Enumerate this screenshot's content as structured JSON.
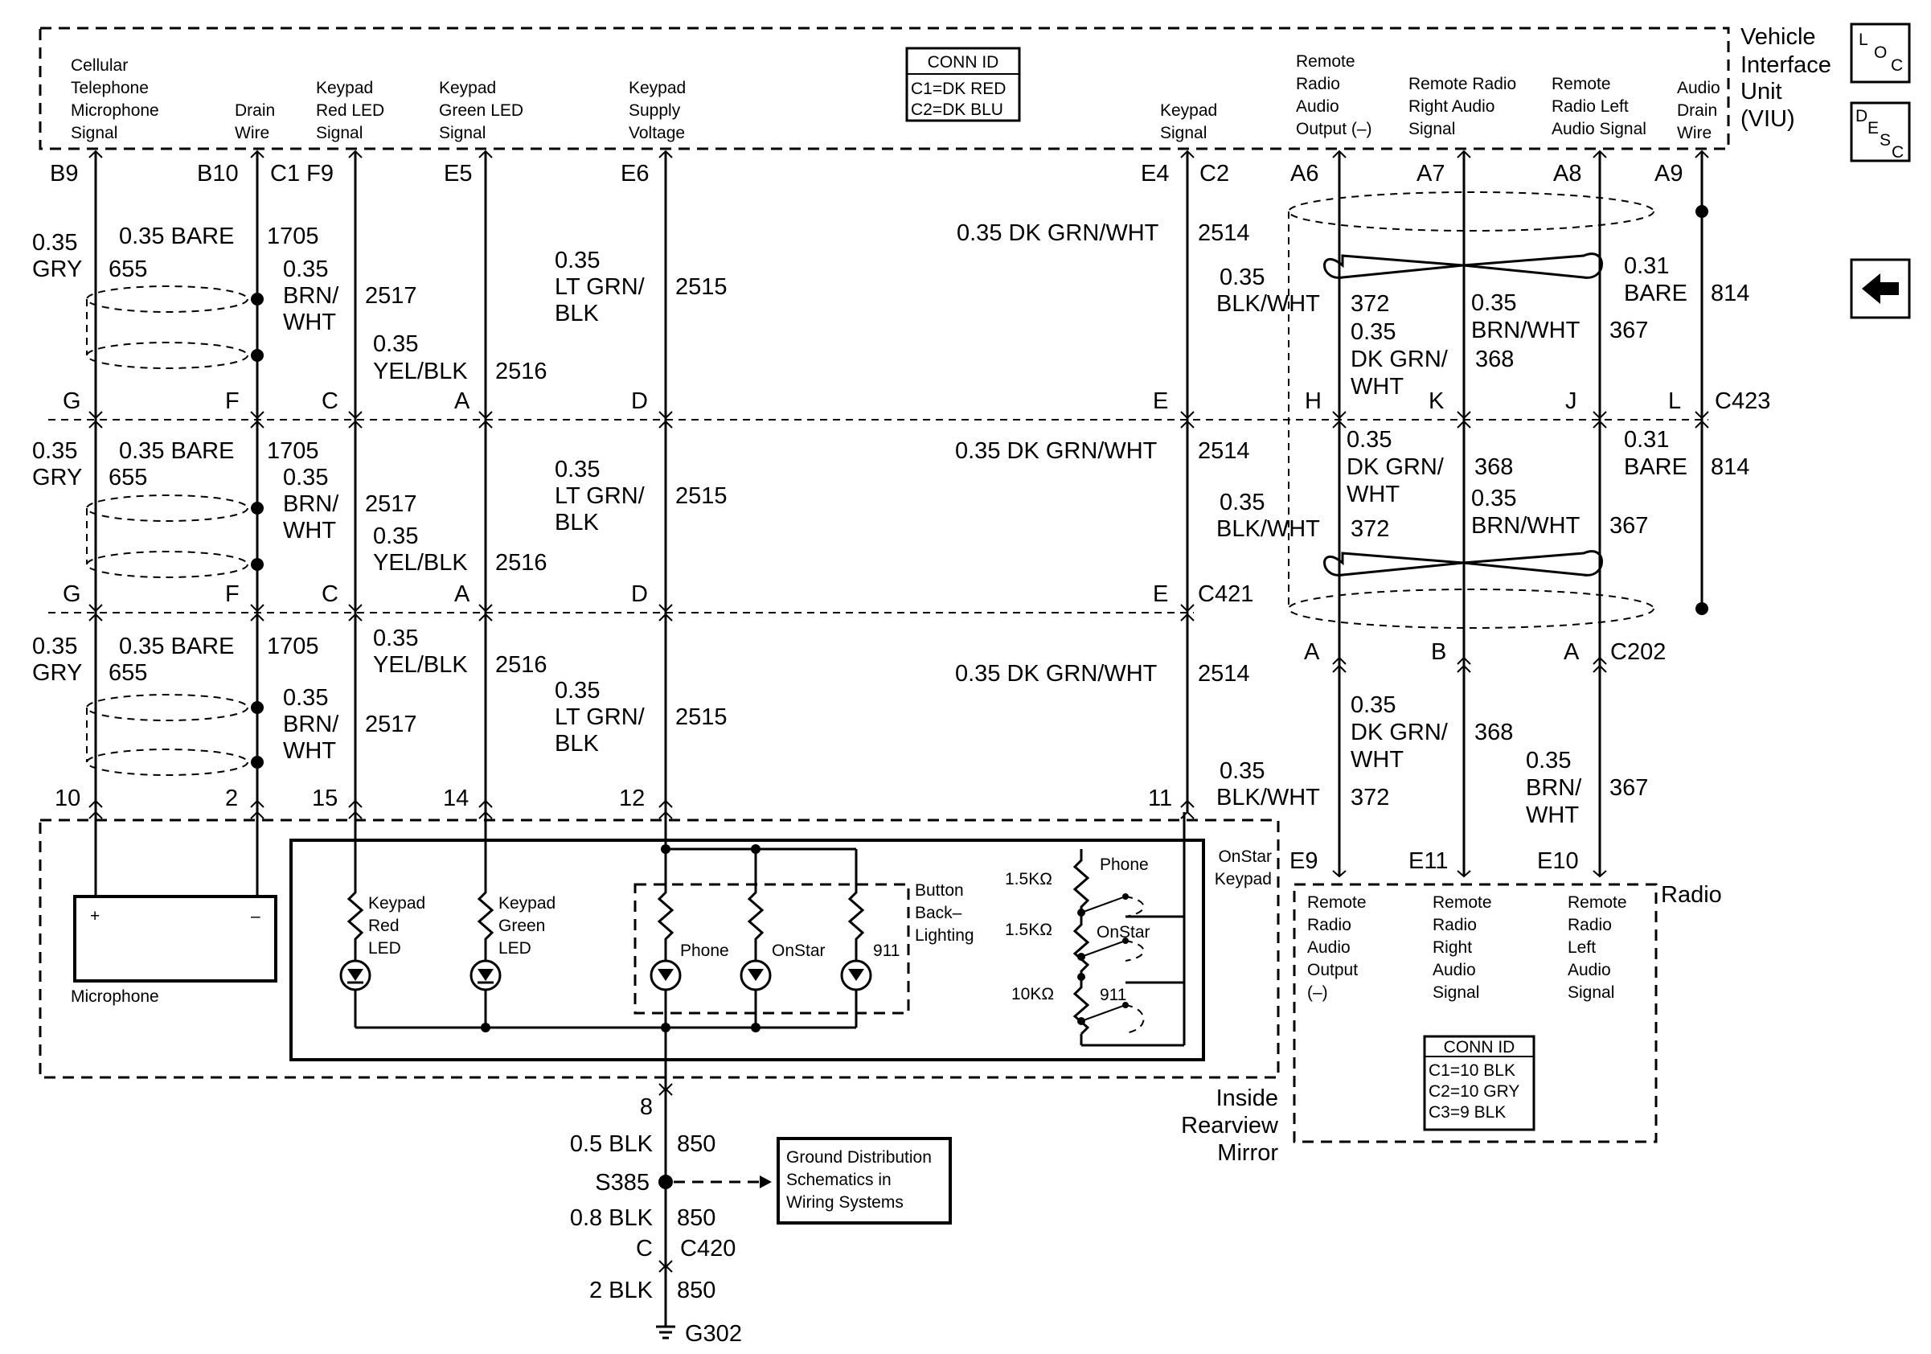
{
  "modules": {
    "viu": {
      "name": [
        "Vehicle",
        "Interface",
        "Unit",
        "(VIU)"
      ]
    },
    "mirror": {
      "name": [
        "Inside",
        "Rearview",
        "Mirror"
      ],
      "keypad": [
        "OnStar",
        "Keypad"
      ]
    },
    "radio": {
      "name": "Radio"
    }
  },
  "viu_pins": [
    {
      "label": [
        "Cellular",
        "Telephone",
        "Microphone",
        "Signal"
      ],
      "pin": "B9"
    },
    {
      "label": [
        "Drain",
        "Wire"
      ],
      "pin": "B10"
    },
    {
      "label": [
        "Keypad",
        "Red LED",
        "Signal"
      ],
      "pin": "C1 F9"
    },
    {
      "label": [
        "Keypad",
        "Green LED",
        "Signal"
      ],
      "pin": "E5"
    },
    {
      "label": [
        "Keypad",
        "Supply",
        "Voltage"
      ],
      "pin": "E6"
    },
    {
      "label": [
        "Keypad",
        "Signal"
      ],
      "pin": "E4"
    },
    {
      "pin": "C2"
    },
    {
      "label": [
        "Remote",
        "Radio",
        "Audio",
        "Output (–)"
      ],
      "pin": "A6"
    },
    {
      "label": [
        "Remote Radio",
        "Right Audio",
        "Signal"
      ],
      "pin": "A7"
    },
    {
      "label": [
        "Remote",
        "Radio Left",
        "Audio Signal"
      ],
      "pin": "A8"
    },
    {
      "label": [
        "Audio",
        "Drain",
        "Wire"
      ],
      "pin": "A9"
    }
  ],
  "viu_conn_id": {
    "title": "CONN ID",
    "rows": [
      "C1=DK RED",
      "C2=DK BLU"
    ]
  },
  "tabs": {
    "loc": [
      "L",
      "O",
      "C"
    ],
    "desc": [
      "D",
      "E",
      "S",
      "C"
    ],
    "back": "back-arrow-icon"
  },
  "wires": {
    "s1": {
      "gry": [
        "0.35",
        "GRY",
        "655"
      ],
      "bare": "0.35 BARE",
      "c1705": "1705",
      "brn": [
        "0.35",
        "BRN/",
        "WHT"
      ],
      "c2517": "2517",
      "yel": [
        "0.35",
        "YEL/BLK"
      ],
      "c2516": "2516",
      "ltgrn": [
        "0.35",
        "LT GRN/",
        "BLK"
      ],
      "c2515": "2515",
      "dkgrn": "0.35 DK GRN/WHT",
      "c2514": "2514",
      "blk": [
        "0.35",
        "BLK/WHT"
      ],
      "c372": "372",
      "dkgrn2": [
        "0.35",
        "DK GRN/",
        "WHT"
      ],
      "brn2": [
        "0.35",
        "BRN/WHT"
      ],
      "c368": "368",
      "c367": "367",
      "bare2": [
        "0.31",
        "BARE"
      ],
      "c814": "814"
    },
    "c423": {
      "pins": [
        "G",
        "F",
        "C",
        "A",
        "D",
        "E",
        "H",
        "K",
        "J",
        "L"
      ],
      "name": "C423"
    },
    "s2": {
      "gry": [
        "0.35",
        "GRY",
        "655"
      ],
      "bare": "0.35 BARE",
      "c1705": "1705",
      "brn": [
        "0.35",
        "BRN/",
        "WHT"
      ],
      "c2517": "2517",
      "yel": [
        "0.35",
        "YEL/BLK"
      ],
      "c2516": "2516",
      "ltgrn": [
        "0.35",
        "LT GRN/",
        "BLK"
      ],
      "c2515": "2515",
      "dkgrn": "0.35 DK GRN/WHT",
      "c2514": "2514",
      "dkgrn2": [
        "0.35",
        "DK GRN/",
        "WHT"
      ],
      "c368": "368",
      "brn2": [
        "0.35",
        "BRN/WHT"
      ],
      "c367": "367",
      "blk": [
        "0.35",
        "BLK/WHT"
      ],
      "c372": "372",
      "bare2": [
        "0.31",
        "BARE"
      ],
      "c814": "814"
    },
    "c421": {
      "pins": [
        "G",
        "F",
        "C",
        "A",
        "D",
        "E"
      ],
      "name": "C421"
    },
    "c202": {
      "pins": [
        "A",
        "B",
        "A"
      ],
      "name": "C202"
    },
    "s3": {
      "gry": [
        "0.35",
        "GRY",
        "655"
      ],
      "bare": "0.35 BARE",
      "c1705": "1705",
      "yel": [
        "0.35",
        "YEL/BLK"
      ],
      "c2516": "2516",
      "brn": [
        "0.35",
        "BRN/",
        "WHT"
      ],
      "c2517": "2517",
      "ltgrn": [
        "0.35",
        "LT GRN/",
        "BLK"
      ],
      "c2515": "2515",
      "dkgrn": "0.35 DK GRN/WHT",
      "c2514": "2514",
      "dkgrn2": [
        "0.35",
        "DK GRN/",
        "WHT"
      ],
      "c368": "368",
      "brn2": [
        "0.35",
        "BRN/",
        "WHT"
      ],
      "c367": "367",
      "blk": [
        "0.35",
        "BLK/WHT"
      ],
      "c372": "372"
    },
    "mirror_pins": [
      "10",
      "2",
      "15",
      "14",
      "12",
      "11"
    ],
    "radio_pins": [
      "E9",
      "E11",
      "E10"
    ]
  },
  "mirror": {
    "microphone": {
      "label": "Microphone",
      "plus": "+",
      "minus": "–"
    },
    "red_led": [
      "Keypad",
      "Red",
      "LED"
    ],
    "green_led": [
      "Keypad",
      "Green",
      "LED"
    ],
    "backlight_label": [
      "Button",
      "Back–",
      "Lighting"
    ],
    "backlight_leds": [
      "Phone",
      "OnStar",
      "911"
    ],
    "resistors": [
      "1.5KΩ",
      "1.5KΩ",
      "10KΩ"
    ],
    "switches": [
      "Phone",
      "OnStar",
      "911"
    ]
  },
  "radio": {
    "signals": [
      [
        "Remote",
        "Radio",
        "Audio",
        "Output",
        "(–)"
      ],
      [
        "Remote",
        "Radio",
        "Right",
        "Audio",
        "Signal"
      ],
      [
        "Remote",
        "Radio",
        "Left",
        "Audio",
        "Signal"
      ]
    ],
    "conn_id": {
      "title": "CONN ID",
      "rows": [
        "C1=10 BLK",
        "C2=10 GRY",
        "C3=9 BLK"
      ]
    }
  },
  "ground": {
    "pin": "8",
    "wire1": "0.5 BLK",
    "c850a": "850",
    "splice": "S385",
    "wire2": "0.8 BLK",
    "c850b": "850",
    "conn_pin": "C",
    "conn": "C420",
    "wire3": "2 BLK",
    "c850c": "850",
    "ground_id": "G302",
    "ref": [
      "Ground Distribution",
      "Schematics in",
      "Wiring Systems"
    ]
  }
}
